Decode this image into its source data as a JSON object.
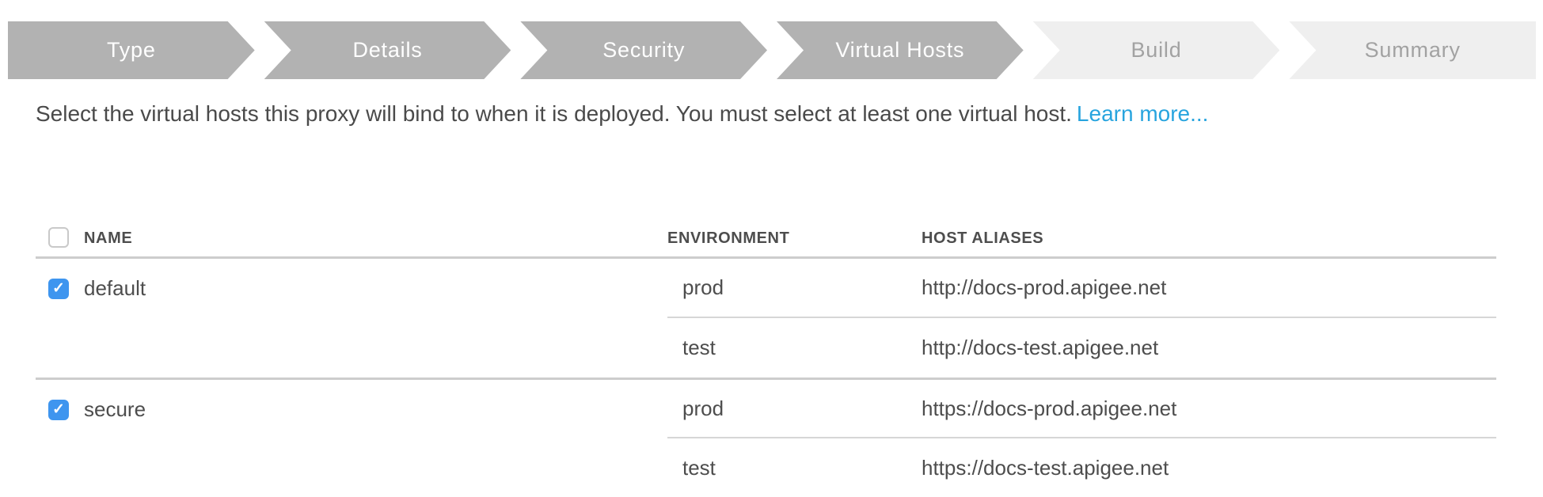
{
  "wizard": {
    "steps": [
      {
        "label": "Type",
        "state": "complete"
      },
      {
        "label": "Details",
        "state": "complete"
      },
      {
        "label": "Security",
        "state": "complete"
      },
      {
        "label": "Virtual Hosts",
        "state": "current"
      },
      {
        "label": "Build",
        "state": "upcoming"
      },
      {
        "label": "Summary",
        "state": "upcoming"
      }
    ]
  },
  "intro": {
    "text": "Select the virtual hosts this proxy will bind to when it is deployed. You must select at least one virtual host.",
    "link_label": "Learn more..."
  },
  "table": {
    "headers": {
      "name": "NAME",
      "environment": "ENVIRONMENT",
      "host_aliases": "HOST ALIASES"
    },
    "select_all_checked": false,
    "groups": [
      {
        "name": "default",
        "checked": true,
        "rows": [
          {
            "environment": "prod",
            "host_alias": "http://docs-prod.apigee.net"
          },
          {
            "environment": "test",
            "host_alias": "http://docs-test.apigee.net"
          }
        ]
      },
      {
        "name": "secure",
        "checked": true,
        "rows": [
          {
            "environment": "prod",
            "host_alias": "https://docs-prod.apigee.net"
          },
          {
            "environment": "test",
            "host_alias": "https://docs-test.apigee.net"
          }
        ]
      }
    ]
  },
  "icons": {
    "checkmark": "✓"
  },
  "colors": {
    "step_complete_bg": "#b2b2b2",
    "step_complete_text": "#ffffff",
    "step_upcoming_bg": "#efefef",
    "step_upcoming_text": "#a2a2a2",
    "link": "#27a4de",
    "checkbox_checked_bg": "#3e95ef",
    "body_text": "#4d4d4d",
    "divider": "#cdcdcd"
  }
}
